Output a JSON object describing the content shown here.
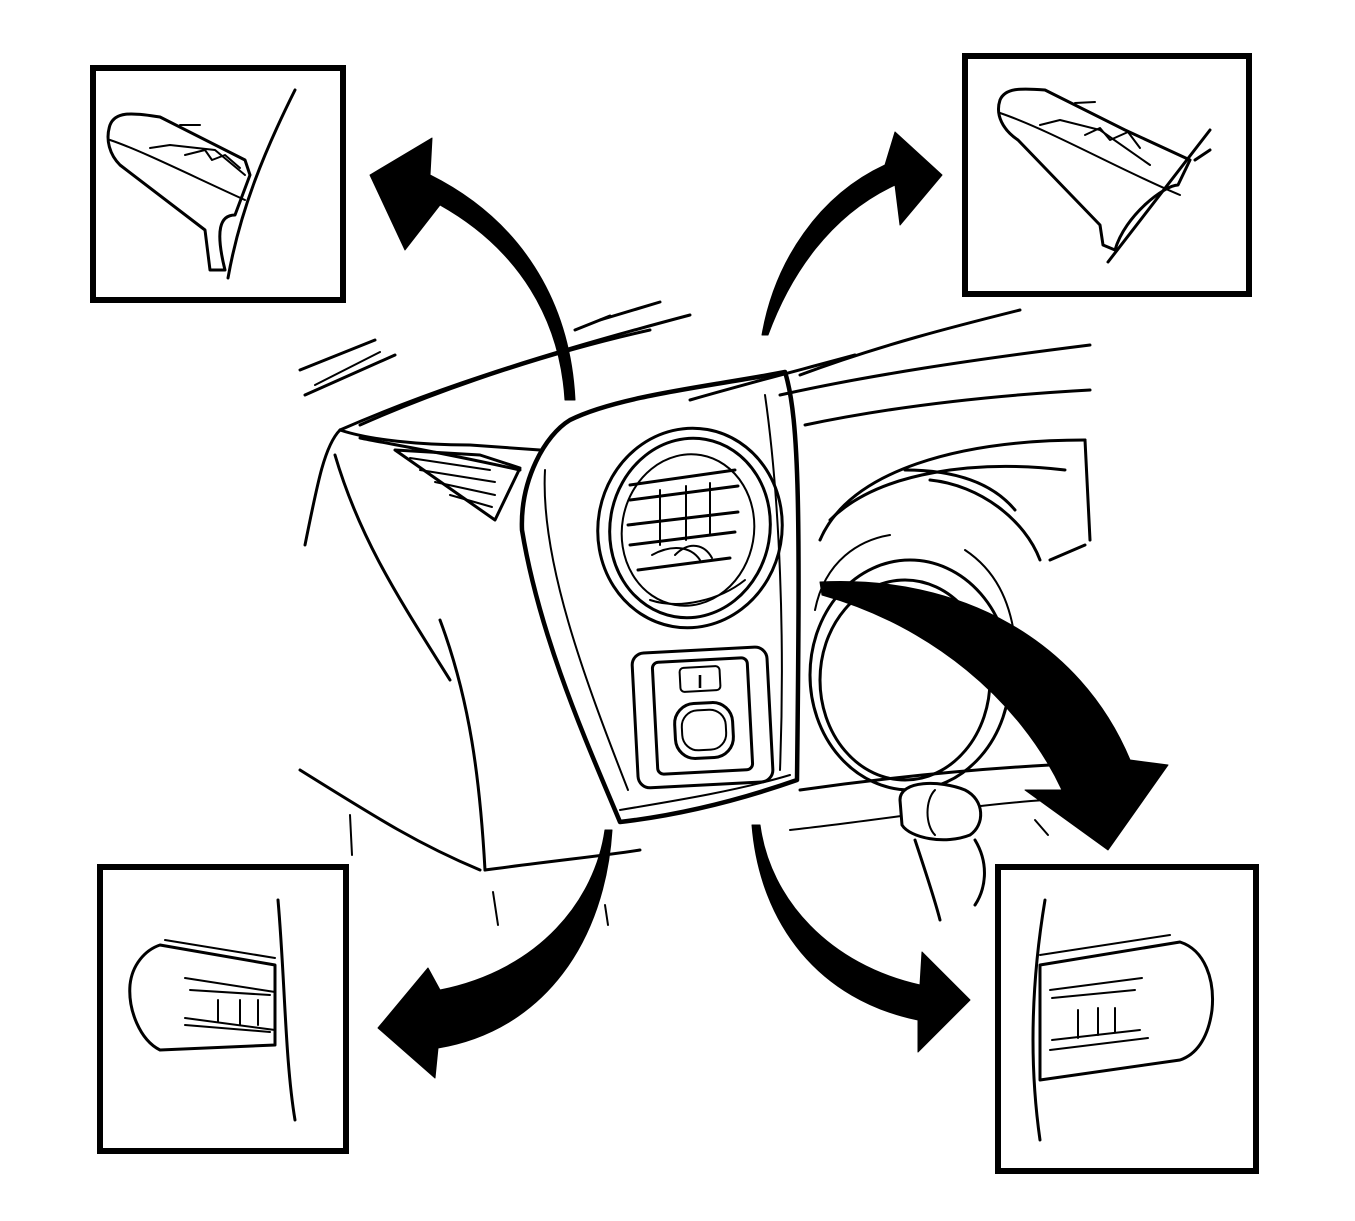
{
  "diagram": {
    "colors": {
      "ink": "#000000",
      "paper": "#ffffff"
    },
    "callouts": [
      {
        "id": "clip-top-left",
        "icon": "retaining-clip-icon"
      },
      {
        "id": "clip-top-right",
        "icon": "retaining-clip-icon"
      },
      {
        "id": "clip-bottom-left",
        "icon": "retaining-clip-icon"
      },
      {
        "id": "clip-bottom-right",
        "icon": "retaining-clip-icon"
      }
    ],
    "arrows": [
      "curved-arrow-icon",
      "curved-arrow-icon",
      "curved-arrow-icon",
      "curved-arrow-icon",
      "curved-arrow-icon"
    ],
    "panel_switch_label": "I"
  }
}
